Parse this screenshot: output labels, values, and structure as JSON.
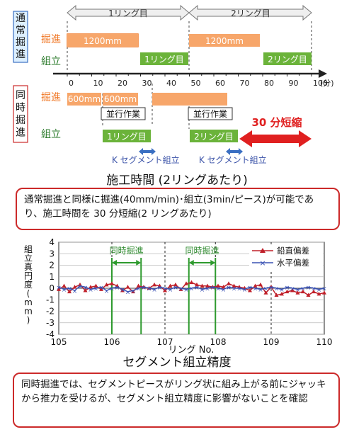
{
  "diagram": {
    "normal_label": "通常掘進",
    "simul_label": "同時掘進",
    "excavation": "掘進",
    "assembly": "組立",
    "ring1_span": "1リング目",
    "ring2_span": "2リング目",
    "bar_1200": "1200mm",
    "ring1": "1リング目",
    "ring2": "2リング目",
    "bar_600": "600mm",
    "parallel": "並行作業",
    "k_segment": "K セグメント組立",
    "savings": "30 分短縮",
    "axis_ticks": [
      "0",
      "10",
      "20",
      "30",
      "40",
      "50",
      "60",
      "70",
      "80",
      "90",
      "100"
    ],
    "axis_unit": "(分)",
    "colors": {
      "excavation": "#f07a2a",
      "assembly": "#6bb33a",
      "savings": "#e02020",
      "blue_arrow": "#3a6fc2"
    }
  },
  "title1": "施工時間 (2リングあたり)",
  "note1": "通常掘進と同様に掘進(40mm/min)･組立(3min/ピース)が可能であり、施工時間を 30 分短縮(2 リングあたり)",
  "title2": "セグメント組立精度",
  "note2": "同時掘進では、セグメントピースがリング状に組み上がる前にジャッキから推力を受けるが、セグメント組立精度に影響がないことを確認",
  "chart_data": {
    "type": "line",
    "ylabel": "組立真円度(mm)",
    "xlabel": "リング No.",
    "xlim": [
      105,
      110
    ],
    "ylim": [
      -4,
      4
    ],
    "xticks": [
      "105",
      "106",
      "107",
      "108",
      "109",
      "110"
    ],
    "yticks": [
      "-4",
      "-3",
      "-2",
      "-1",
      "0",
      "1",
      "2",
      "3",
      "4"
    ],
    "annotation": "同時掘進",
    "simul_ranges": [
      [
        106.0,
        106.55
      ],
      [
        107.45,
        107.95
      ]
    ],
    "dashed_x": [
      106.0,
      107.0,
      107.95,
      109.0
    ],
    "legend": [
      "鉛直偏差",
      "水平偏差"
    ],
    "series": [
      {
        "name": "鉛直偏差",
        "color": "#c0202a",
        "marker": "triangle",
        "x": [
          105.0,
          105.1,
          105.2,
          105.3,
          105.4,
          105.5,
          105.6,
          105.7,
          105.8,
          105.9,
          106.0,
          106.1,
          106.2,
          106.3,
          106.4,
          106.5,
          106.6,
          106.7,
          106.8,
          106.9,
          107.0,
          107.1,
          107.2,
          107.3,
          107.4,
          107.5,
          107.6,
          107.7,
          107.8,
          107.9,
          108.0,
          108.1,
          108.2,
          108.3,
          108.4,
          108.5,
          108.6,
          108.7,
          108.8,
          108.9,
          109.0,
          109.1,
          109.2,
          109.3,
          109.4,
          109.5,
          109.6,
          109.7,
          109.8,
          109.9,
          110.0
        ],
        "y": [
          -0.1,
          0.2,
          -0.3,
          0.1,
          0.3,
          -0.2,
          0.1,
          0.2,
          -0.1,
          0.3,
          0.4,
          0.2,
          -0.2,
          0.1,
          -0.3,
          0.2,
          0.1,
          0.0,
          0.3,
          0.2,
          -0.2,
          0.2,
          0.3,
          -0.1,
          0.4,
          0.5,
          0.3,
          0.2,
          0.2,
          0.1,
          0.2,
          0.1,
          0.4,
          0.2,
          0.1,
          0.0,
          -0.2,
          0.2,
          0.3,
          -0.4,
          0.1,
          -0.6,
          -0.5,
          -0.3,
          -0.2,
          -0.4,
          -0.3,
          -0.6,
          -0.3,
          -0.5,
          -0.4
        ]
      },
      {
        "name": "水平偏差",
        "color": "#3a52b4",
        "marker": "x",
        "x": [
          105.0,
          105.1,
          105.2,
          105.3,
          105.4,
          105.5,
          105.6,
          105.7,
          105.8,
          105.9,
          106.0,
          106.1,
          106.2,
          106.3,
          106.4,
          106.5,
          106.6,
          106.7,
          106.8,
          106.9,
          107.0,
          107.1,
          107.2,
          107.3,
          107.4,
          107.5,
          107.6,
          107.7,
          107.8,
          107.9,
          108.0,
          108.1,
          108.2,
          108.3,
          108.4,
          108.5,
          108.6,
          108.7,
          108.8,
          108.9,
          109.0,
          109.1,
          109.2,
          109.3,
          109.4,
          109.5,
          109.6,
          109.7,
          109.8,
          109.9,
          110.0
        ],
        "y": [
          0.1,
          -0.1,
          0.0,
          -0.2,
          0.2,
          0.1,
          -0.1,
          0.0,
          0.1,
          -0.2,
          0.0,
          0.1,
          -0.1,
          -0.3,
          -0.2,
          0.0,
          0.1,
          0.0,
          -0.1,
          0.1,
          0.0,
          -0.1,
          0.1,
          0.0,
          -0.1,
          0.0,
          0.1,
          -0.1,
          0.0,
          0.1,
          0.0,
          -0.1,
          0.1,
          0.0,
          0.0,
          -0.1,
          0.1,
          0.0,
          -0.1,
          0.0,
          0.1,
          0.0,
          -0.1,
          0.1,
          0.0,
          -0.1,
          0.0,
          0.1,
          0.0,
          -0.1,
          0.0
        ]
      }
    ]
  }
}
